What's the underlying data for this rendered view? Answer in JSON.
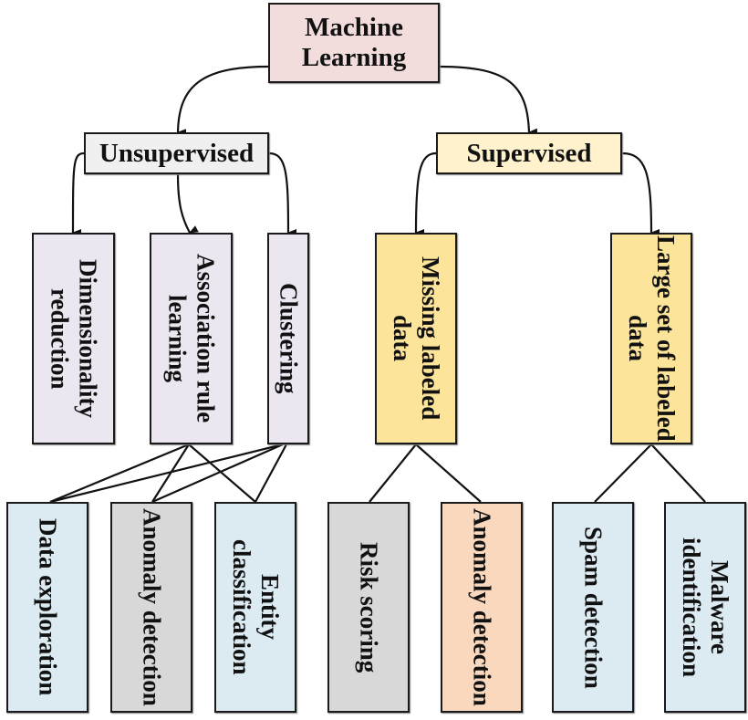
{
  "nodes": {
    "root": {
      "label": "Machine Learning",
      "color": "#F2DCDC"
    },
    "unsupervised": {
      "label": "Unsupervised",
      "color": "#F0F0F0"
    },
    "supervised": {
      "label": "Supervised",
      "color": "#FFF2CC"
    },
    "dimensionality": {
      "label": "Dimensionality reduction",
      "color": "#ECE6F0"
    },
    "association": {
      "label": "Association rule learning",
      "color": "#ECE6F0"
    },
    "clustering": {
      "label": "Clustering",
      "color": "#ECE6F0"
    },
    "missing": {
      "label": "Missing labeled data",
      "color": "#FCE49A"
    },
    "large": {
      "label": "Large set of labeled data",
      "color": "#FCE49A"
    },
    "data_exploration": {
      "label": "Data exploration",
      "color": "#DCEBF2"
    },
    "anomaly_1": {
      "label": "Anomaly detection",
      "color": "#D8D8D8"
    },
    "entity": {
      "label": "Entity classification",
      "color": "#DCEBF2"
    },
    "risk": {
      "label": "Risk scoring",
      "color": "#D8D8D8"
    },
    "anomaly_2": {
      "label": "Anomaly detection",
      "color": "#FAD8BE"
    },
    "spam": {
      "label": "Spam detection",
      "color": "#DCEBF2"
    },
    "malware": {
      "label": "Malware identification",
      "color": "#DCEBF2"
    }
  },
  "edges": [
    [
      "root",
      "unsupervised"
    ],
    [
      "root",
      "supervised"
    ],
    [
      "unsupervised",
      "dimensionality"
    ],
    [
      "unsupervised",
      "association"
    ],
    [
      "unsupervised",
      "clustering"
    ],
    [
      "supervised",
      "missing"
    ],
    [
      "supervised",
      "large"
    ],
    [
      "association",
      "data_exploration"
    ],
    [
      "association",
      "anomaly_1"
    ],
    [
      "association",
      "entity"
    ],
    [
      "clustering",
      "data_exploration"
    ],
    [
      "clustering",
      "anomaly_1"
    ],
    [
      "clustering",
      "entity"
    ],
    [
      "missing",
      "risk"
    ],
    [
      "missing",
      "anomaly_2"
    ],
    [
      "large",
      "spam"
    ],
    [
      "large",
      "malware"
    ]
  ]
}
